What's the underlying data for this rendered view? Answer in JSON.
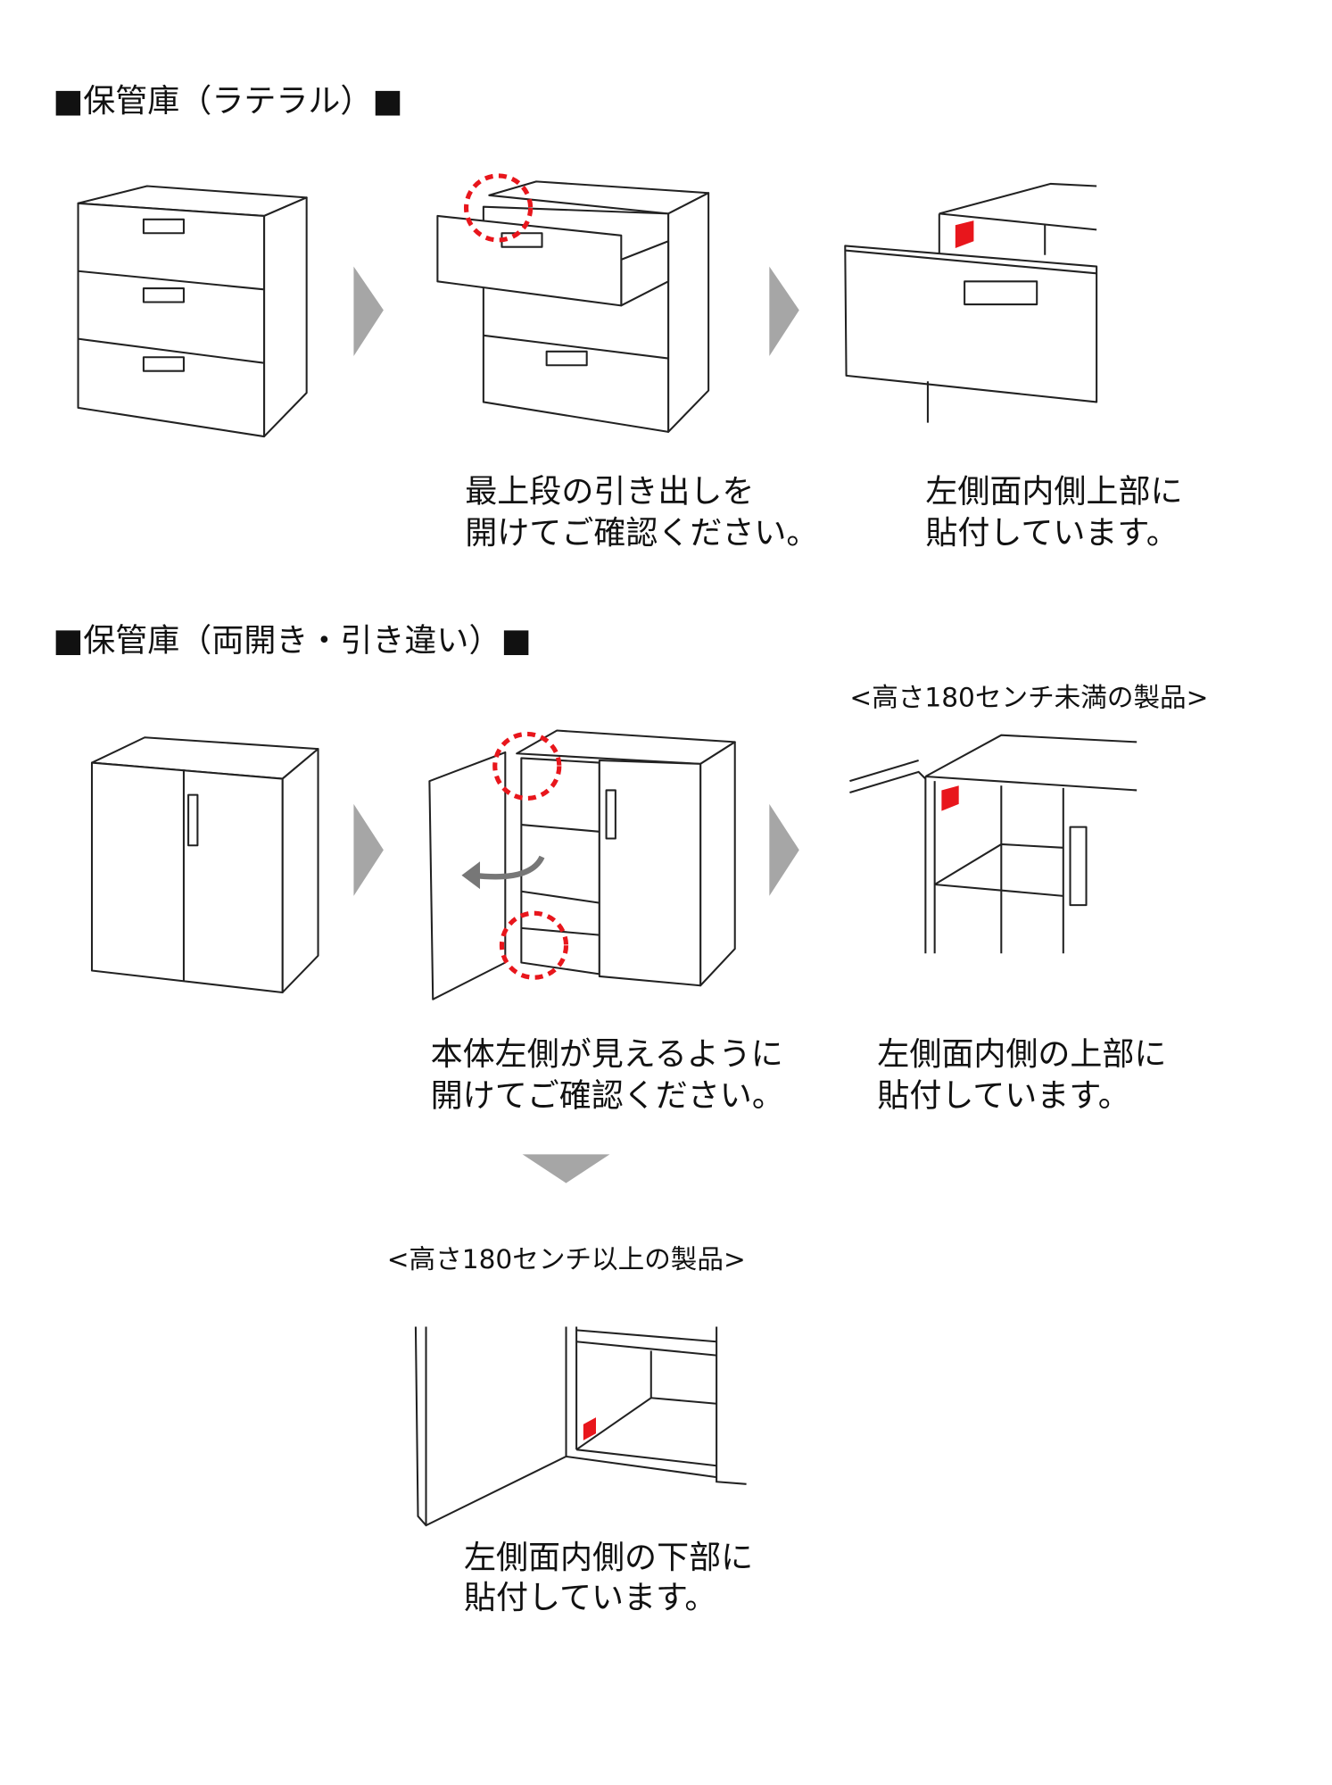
{
  "section_lateral": {
    "title": "■保管庫（ラテラル）■",
    "step2_caption": [
      "最上段の引き出しを",
      "開けてご確認ください。"
    ],
    "step3_caption": [
      "左側面内側上部に",
      "貼付しています。"
    ]
  },
  "section_door": {
    "title": "■保管庫（両開き・引き違い）■",
    "under180_label": "<高さ180センチ未満の製品>",
    "step2_caption": [
      "本体左側が見えるように",
      "開けてご確認ください。"
    ],
    "step3_caption": [
      "左側面内側の上部に",
      "貼付しています。"
    ],
    "over180_label": "<高さ180センチ以上の製品>",
    "over180_caption": [
      "左側面内側の下部に",
      "貼付しています。"
    ]
  },
  "colors": {
    "label_mark": "#e8161c",
    "arrow": "#a6a6a6"
  }
}
